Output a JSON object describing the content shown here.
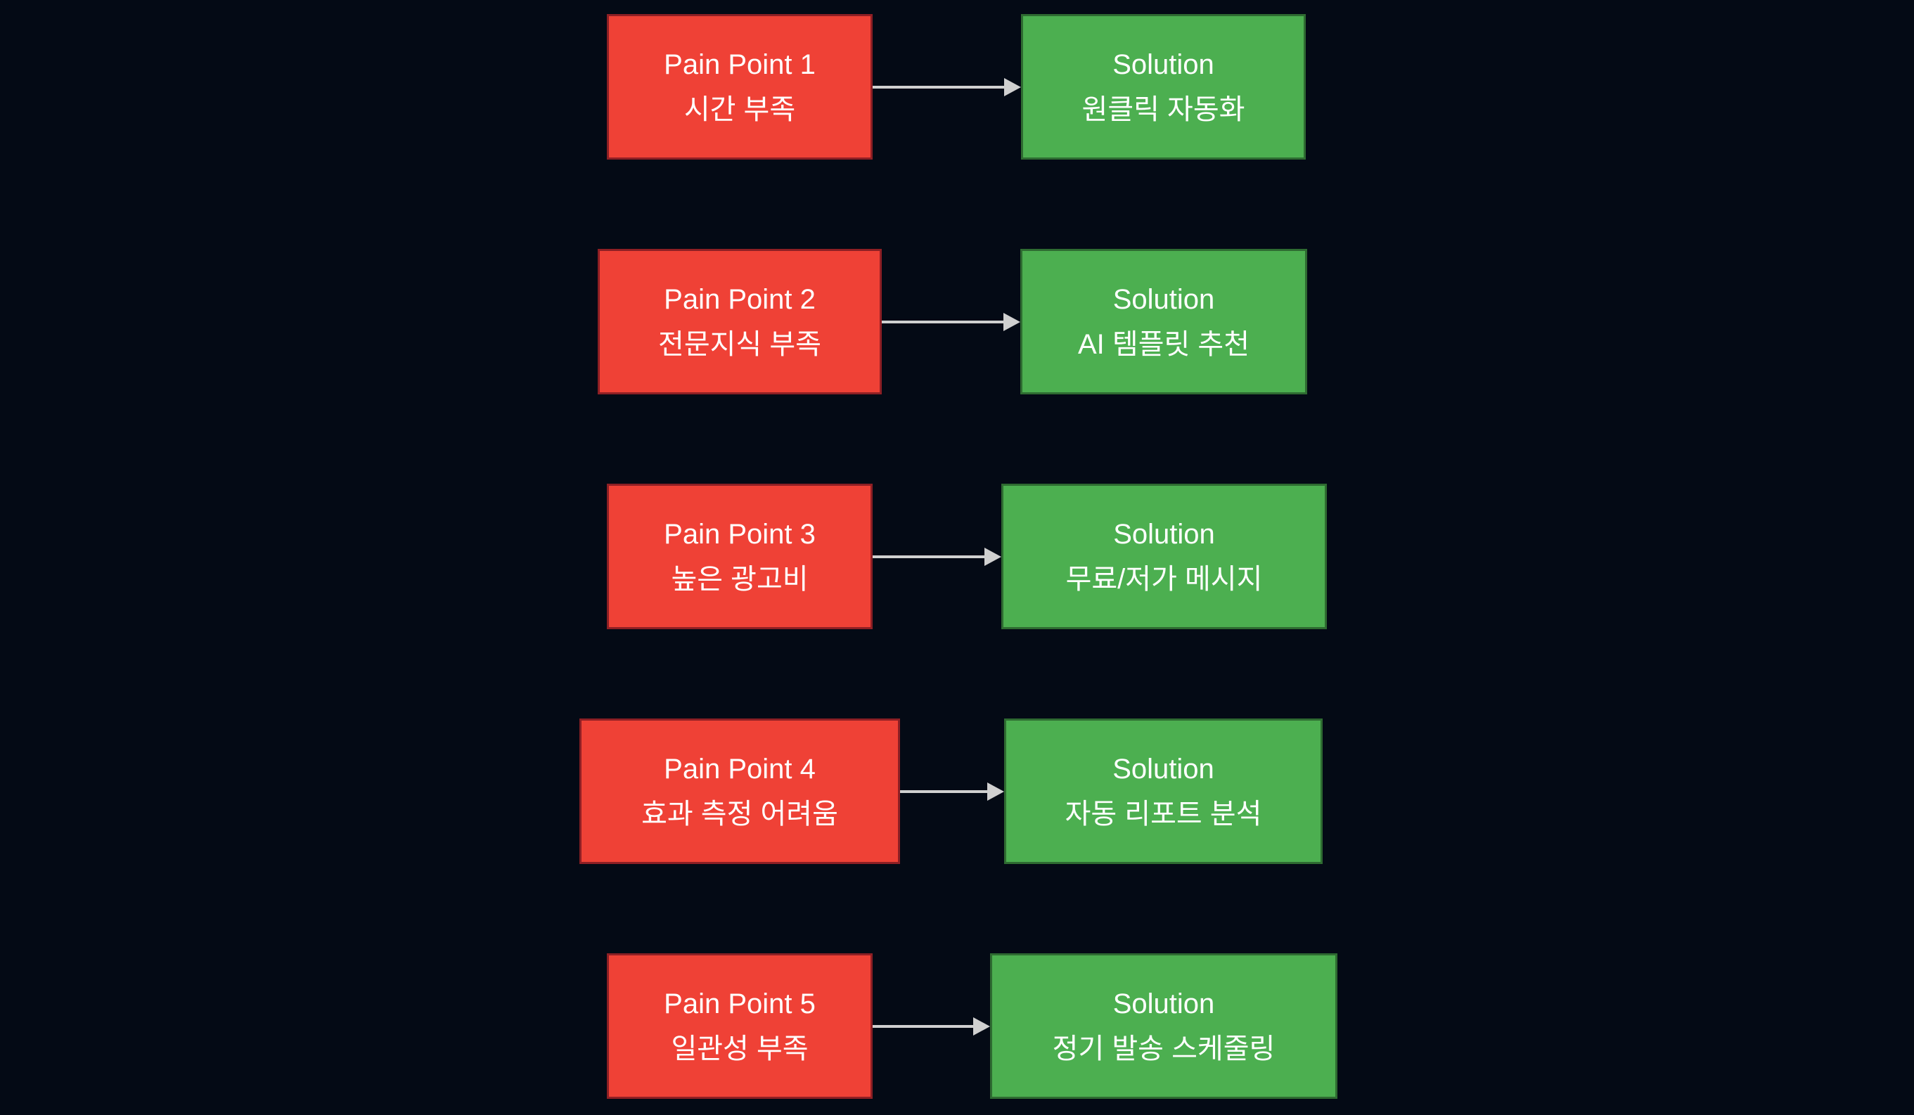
{
  "diagram": {
    "rows": [
      {
        "pain": {
          "title": "Pain Point 1",
          "label": "시간 부족"
        },
        "solution": {
          "title": "Solution",
          "label": "원클릭 자동화"
        }
      },
      {
        "pain": {
          "title": "Pain Point 2",
          "label": "전문지식 부족"
        },
        "solution": {
          "title": "Solution",
          "label": "AI 템플릿 추천"
        }
      },
      {
        "pain": {
          "title": "Pain Point 3",
          "label": "높은 광고비"
        },
        "solution": {
          "title": "Solution",
          "label": "무료/저가 메시지"
        }
      },
      {
        "pain": {
          "title": "Pain Point 4",
          "label": "효과 측정 어려움"
        },
        "solution": {
          "title": "Solution",
          "label": "자동 리포트 분석"
        }
      },
      {
        "pain": {
          "title": "Pain Point 5",
          "label": "일관성 부족"
        },
        "solution": {
          "title": "Solution",
          "label": "정기 발송 스케줄링"
        }
      }
    ]
  },
  "colors": {
    "background": "#040a15",
    "pain_fill": "#ef4136",
    "pain_border": "#8e1f24",
    "solution_fill": "#4caf50",
    "solution_border": "#2e6b31",
    "arrow": "#d0d0d0",
    "text": "#ffffff"
  }
}
